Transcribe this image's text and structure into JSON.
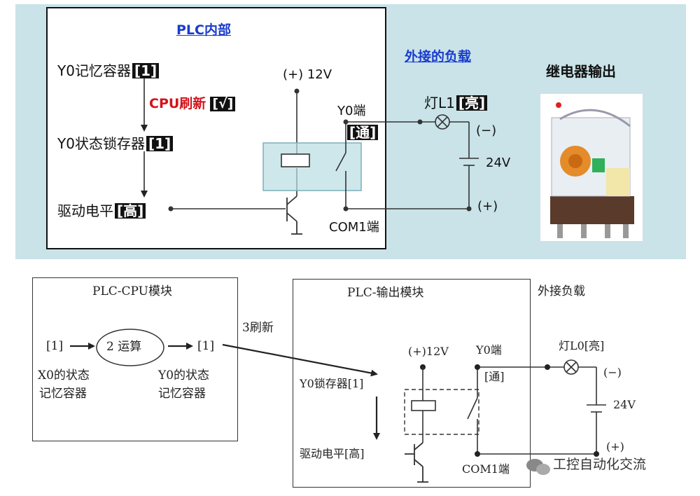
{
  "top": {
    "plc_title": "PLC内部",
    "external_load": "外接的负载",
    "relay_output": "继电器输出",
    "y0_memory": "Y0记忆容器",
    "y0_memory_val": "[1]",
    "cpu_refresh": "CPU刷新",
    "cpu_refresh_val": "[√]",
    "y0_latch": "Y0状态锁存器",
    "y0_latch_val": "[1]",
    "drive_level": "驱动电平",
    "drive_level_val": "[高]",
    "v12": "(+) 12V",
    "y0_port": "Y0端",
    "y0_port_val": "[通]",
    "lamp": "灯L1",
    "lamp_val": "[亮]",
    "minus": "(−)",
    "v24": "24V",
    "plus": "(+)",
    "com1": "COM1端"
  },
  "bottom": {
    "cpu_module": "PLC-CPU模块",
    "x0_val": "[1]",
    "op": "2 运算",
    "y0_val": "[1]",
    "x0_mem_1": "X0的状态",
    "x0_mem_2": "记忆容器",
    "y0_mem_1": "Y0的状态",
    "y0_mem_2": "记忆容器",
    "refresh": "3刷新",
    "output_module": "PLC-输出模块",
    "external_load": "外接负载",
    "v12": "(+)12V",
    "y0_port": "Y0端",
    "y0_port_val": "[通]",
    "y0_latch": "Y0锁存器[1]",
    "drive_level": "驱动电平[高]",
    "com1": "COM1端",
    "lamp": "灯L0[亮]",
    "minus": "(−)",
    "v24": "24V",
    "plus": "(+)"
  },
  "watermark": "工控自动化交流"
}
